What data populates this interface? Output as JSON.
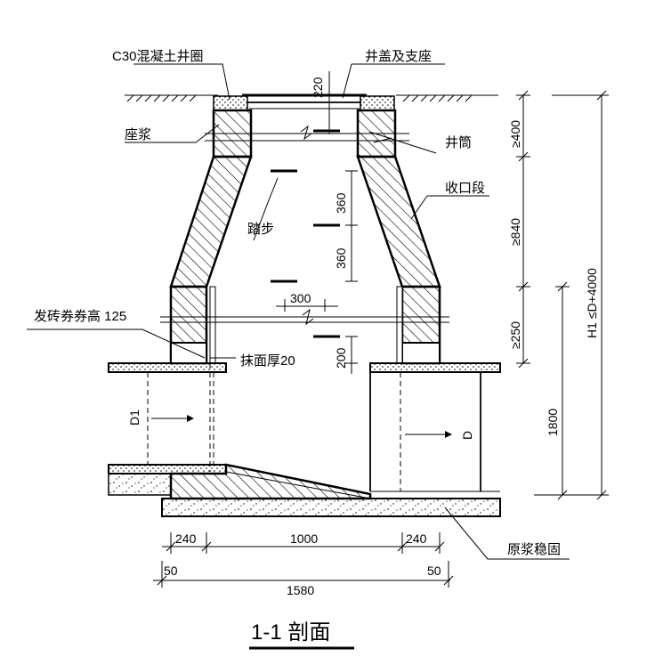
{
  "labels": {
    "ring": "C30混凝土井圈",
    "cover": "井盖及支座",
    "mortar_bed": "座浆",
    "shaft": "井筒",
    "cone": "收口段",
    "step": "踏步",
    "arch": "发砖券券高 125",
    "plaster": "抹面厚20",
    "grout": "原浆稳固",
    "d1": "D1",
    "d": "D"
  },
  "dims": {
    "cover_220": "220",
    "h_400": "≥400",
    "step_360a": "360",
    "step_360b": "360",
    "h_840": "≥840",
    "step_300": "300",
    "h_250": "≥250",
    "step_200": "200",
    "h_1800": "1800",
    "h_total": "H1 ≤D+4000",
    "w_240_left": "240",
    "w_1000": "1000",
    "w_240_right": "240",
    "w_50_left": "50",
    "w_1580": "1580",
    "w_50_right": "50"
  },
  "title": "1-1 剖面"
}
